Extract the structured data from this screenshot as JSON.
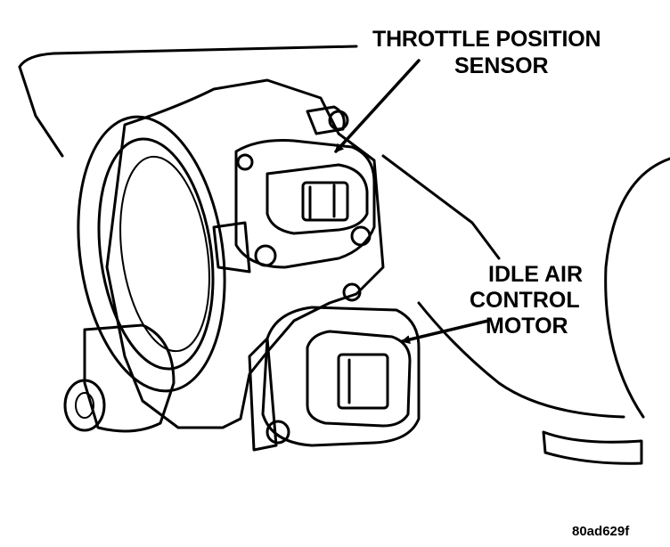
{
  "labels": {
    "throttle_position_sensor": [
      "THROTTLE POSITION",
      "SENSOR"
    ],
    "idle_air_control_motor": [
      "IDLE AIR",
      "CONTROL",
      "MOTOR"
    ]
  },
  "figure_code": "80ad629f",
  "colors": {
    "ink": "#000000",
    "paper": "#ffffff"
  }
}
